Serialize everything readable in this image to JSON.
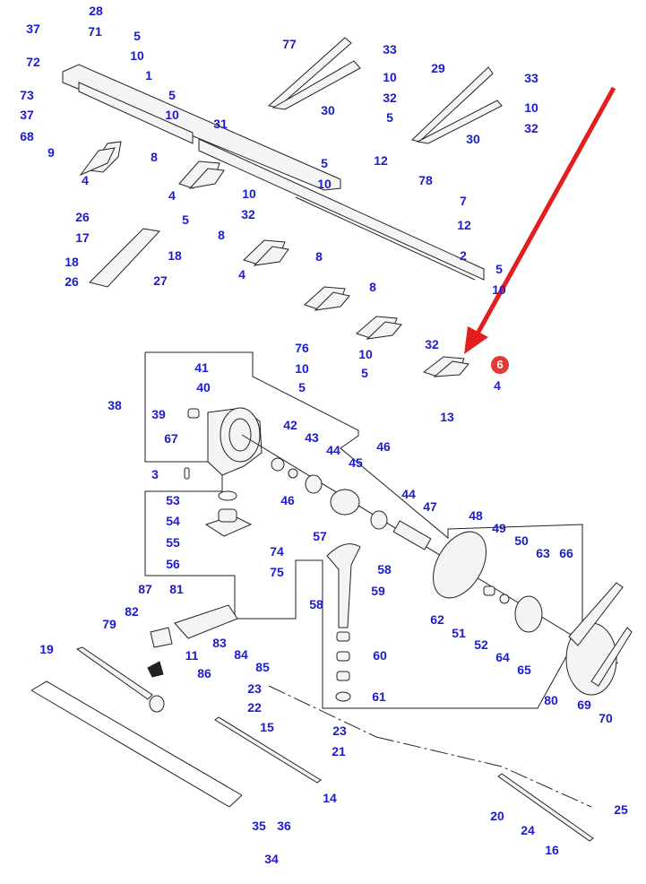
{
  "diagram": {
    "title": "Cutter bar / knife drive assembly exploded parts diagram",
    "highlight": {
      "label": "6",
      "color": "#e53935",
      "arrow_color": "#e41e1e",
      "description": "Red arrow pointing at knife guard part 6"
    },
    "label_color": "#1c1ccc",
    "callouts": [
      {
        "id": "28",
        "text": "28"
      },
      {
        "id": "37a",
        "text": "37"
      },
      {
        "id": "71",
        "text": "71"
      },
      {
        "id": "5a",
        "text": "5"
      },
      {
        "id": "10a",
        "text": "10"
      },
      {
        "id": "72",
        "text": "72"
      },
      {
        "id": "1",
        "text": "1"
      },
      {
        "id": "73",
        "text": "73"
      },
      {
        "id": "37b",
        "text": "37"
      },
      {
        "id": "68",
        "text": "68"
      },
      {
        "id": "9",
        "text": "9"
      },
      {
        "id": "4a",
        "text": "4"
      },
      {
        "id": "5b",
        "text": "5"
      },
      {
        "id": "10b",
        "text": "10"
      },
      {
        "id": "31",
        "text": "31"
      },
      {
        "id": "8a",
        "text": "8"
      },
      {
        "id": "4b",
        "text": "4"
      },
      {
        "id": "10c",
        "text": "10"
      },
      {
        "id": "5c",
        "text": "5"
      },
      {
        "id": "32a",
        "text": "32"
      },
      {
        "id": "77",
        "text": "77"
      },
      {
        "id": "33a",
        "text": "33"
      },
      {
        "id": "10d",
        "text": "10"
      },
      {
        "id": "32b",
        "text": "32"
      },
      {
        "id": "30a",
        "text": "30"
      },
      {
        "id": "5d",
        "text": "5"
      },
      {
        "id": "29",
        "text": "29"
      },
      {
        "id": "33b",
        "text": "33"
      },
      {
        "id": "10e",
        "text": "10"
      },
      {
        "id": "30b",
        "text": "30"
      },
      {
        "id": "32c",
        "text": "32"
      },
      {
        "id": "26a",
        "text": "26"
      },
      {
        "id": "17",
        "text": "17"
      },
      {
        "id": "18a",
        "text": "18"
      },
      {
        "id": "18b",
        "text": "18"
      },
      {
        "id": "26b",
        "text": "26"
      },
      {
        "id": "27",
        "text": "27"
      },
      {
        "id": "8b",
        "text": "8"
      },
      {
        "id": "4c",
        "text": "4"
      },
      {
        "id": "5e",
        "text": "5"
      },
      {
        "id": "10f",
        "text": "10"
      },
      {
        "id": "12a",
        "text": "12"
      },
      {
        "id": "78",
        "text": "78"
      },
      {
        "id": "7",
        "text": "7"
      },
      {
        "id": "12b",
        "text": "12"
      },
      {
        "id": "2",
        "text": "2"
      },
      {
        "id": "5f",
        "text": "5"
      },
      {
        "id": "10g",
        "text": "10"
      },
      {
        "id": "8c",
        "text": "8"
      },
      {
        "id": "8d",
        "text": "8"
      },
      {
        "id": "76",
        "text": "76"
      },
      {
        "id": "10h",
        "text": "10"
      },
      {
        "id": "5g",
        "text": "5"
      },
      {
        "id": "10i",
        "text": "10"
      },
      {
        "id": "5h",
        "text": "5"
      },
      {
        "id": "32d",
        "text": "32"
      },
      {
        "id": "4d",
        "text": "4"
      },
      {
        "id": "38",
        "text": "38"
      },
      {
        "id": "41",
        "text": "41"
      },
      {
        "id": "40",
        "text": "40"
      },
      {
        "id": "39",
        "text": "39"
      },
      {
        "id": "67",
        "text": "67"
      },
      {
        "id": "3",
        "text": "3"
      },
      {
        "id": "53",
        "text": "53"
      },
      {
        "id": "54",
        "text": "54"
      },
      {
        "id": "55",
        "text": "55"
      },
      {
        "id": "56",
        "text": "56"
      },
      {
        "id": "74",
        "text": "74"
      },
      {
        "id": "75",
        "text": "75"
      },
      {
        "id": "42",
        "text": "42"
      },
      {
        "id": "43",
        "text": "43"
      },
      {
        "id": "44a",
        "text": "44"
      },
      {
        "id": "45",
        "text": "45"
      },
      {
        "id": "46a",
        "text": "46"
      },
      {
        "id": "46b",
        "text": "46"
      },
      {
        "id": "44b",
        "text": "44"
      },
      {
        "id": "13",
        "text": "13"
      },
      {
        "id": "47",
        "text": "47"
      },
      {
        "id": "57",
        "text": "57"
      },
      {
        "id": "48",
        "text": "48"
      },
      {
        "id": "49",
        "text": "49"
      },
      {
        "id": "50",
        "text": "50"
      },
      {
        "id": "63",
        "text": "63"
      },
      {
        "id": "66",
        "text": "66"
      },
      {
        "id": "58a",
        "text": "58"
      },
      {
        "id": "58b",
        "text": "58"
      },
      {
        "id": "59",
        "text": "59"
      },
      {
        "id": "62",
        "text": "62"
      },
      {
        "id": "51",
        "text": "51"
      },
      {
        "id": "52",
        "text": "52"
      },
      {
        "id": "64",
        "text": "64"
      },
      {
        "id": "65",
        "text": "65"
      },
      {
        "id": "60",
        "text": "60"
      },
      {
        "id": "61",
        "text": "61"
      },
      {
        "id": "80",
        "text": "80"
      },
      {
        "id": "69",
        "text": "69"
      },
      {
        "id": "70",
        "text": "70"
      },
      {
        "id": "87",
        "text": "87"
      },
      {
        "id": "81",
        "text": "81"
      },
      {
        "id": "82",
        "text": "82"
      },
      {
        "id": "79",
        "text": "79"
      },
      {
        "id": "83",
        "text": "83"
      },
      {
        "id": "84",
        "text": "84"
      },
      {
        "id": "85",
        "text": "85"
      },
      {
        "id": "19",
        "text": "19"
      },
      {
        "id": "11",
        "text": "11"
      },
      {
        "id": "86",
        "text": "86"
      },
      {
        "id": "23a",
        "text": "23"
      },
      {
        "id": "22",
        "text": "22"
      },
      {
        "id": "15",
        "text": "15"
      },
      {
        "id": "23b",
        "text": "23"
      },
      {
        "id": "21",
        "text": "21"
      },
      {
        "id": "14",
        "text": "14"
      },
      {
        "id": "35",
        "text": "35"
      },
      {
        "id": "36",
        "text": "36"
      },
      {
        "id": "34",
        "text": "34"
      },
      {
        "id": "20",
        "text": "20"
      },
      {
        "id": "25",
        "text": "25"
      },
      {
        "id": "24",
        "text": "24"
      },
      {
        "id": "16",
        "text": "16"
      }
    ]
  }
}
